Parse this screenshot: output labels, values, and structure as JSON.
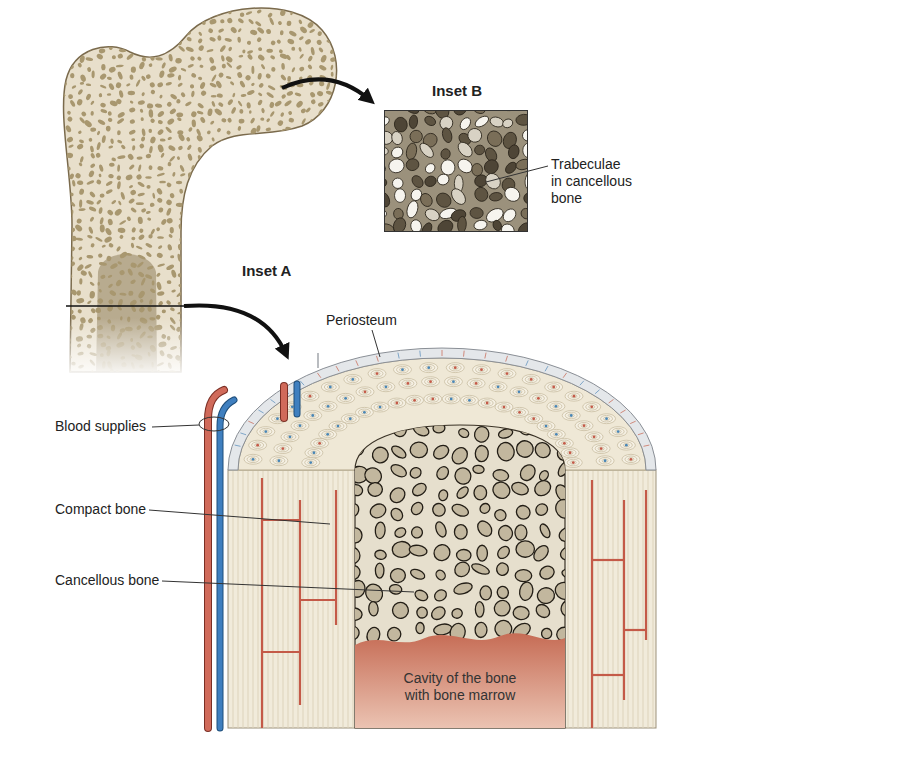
{
  "diagram": {
    "nodes": [
      {
        "text": [
          "Inset B"
        ]
      },
      {
        "text": [
          "Cavity of the bone with bone marrow"
        ]
      }
    ],
    "labels": [
      "Trabeculae in cancellous bone",
      "Inset A",
      "Periosteum",
      "Blood supplies",
      "Compact bone",
      "Cancellous bone"
    ]
  }
}
